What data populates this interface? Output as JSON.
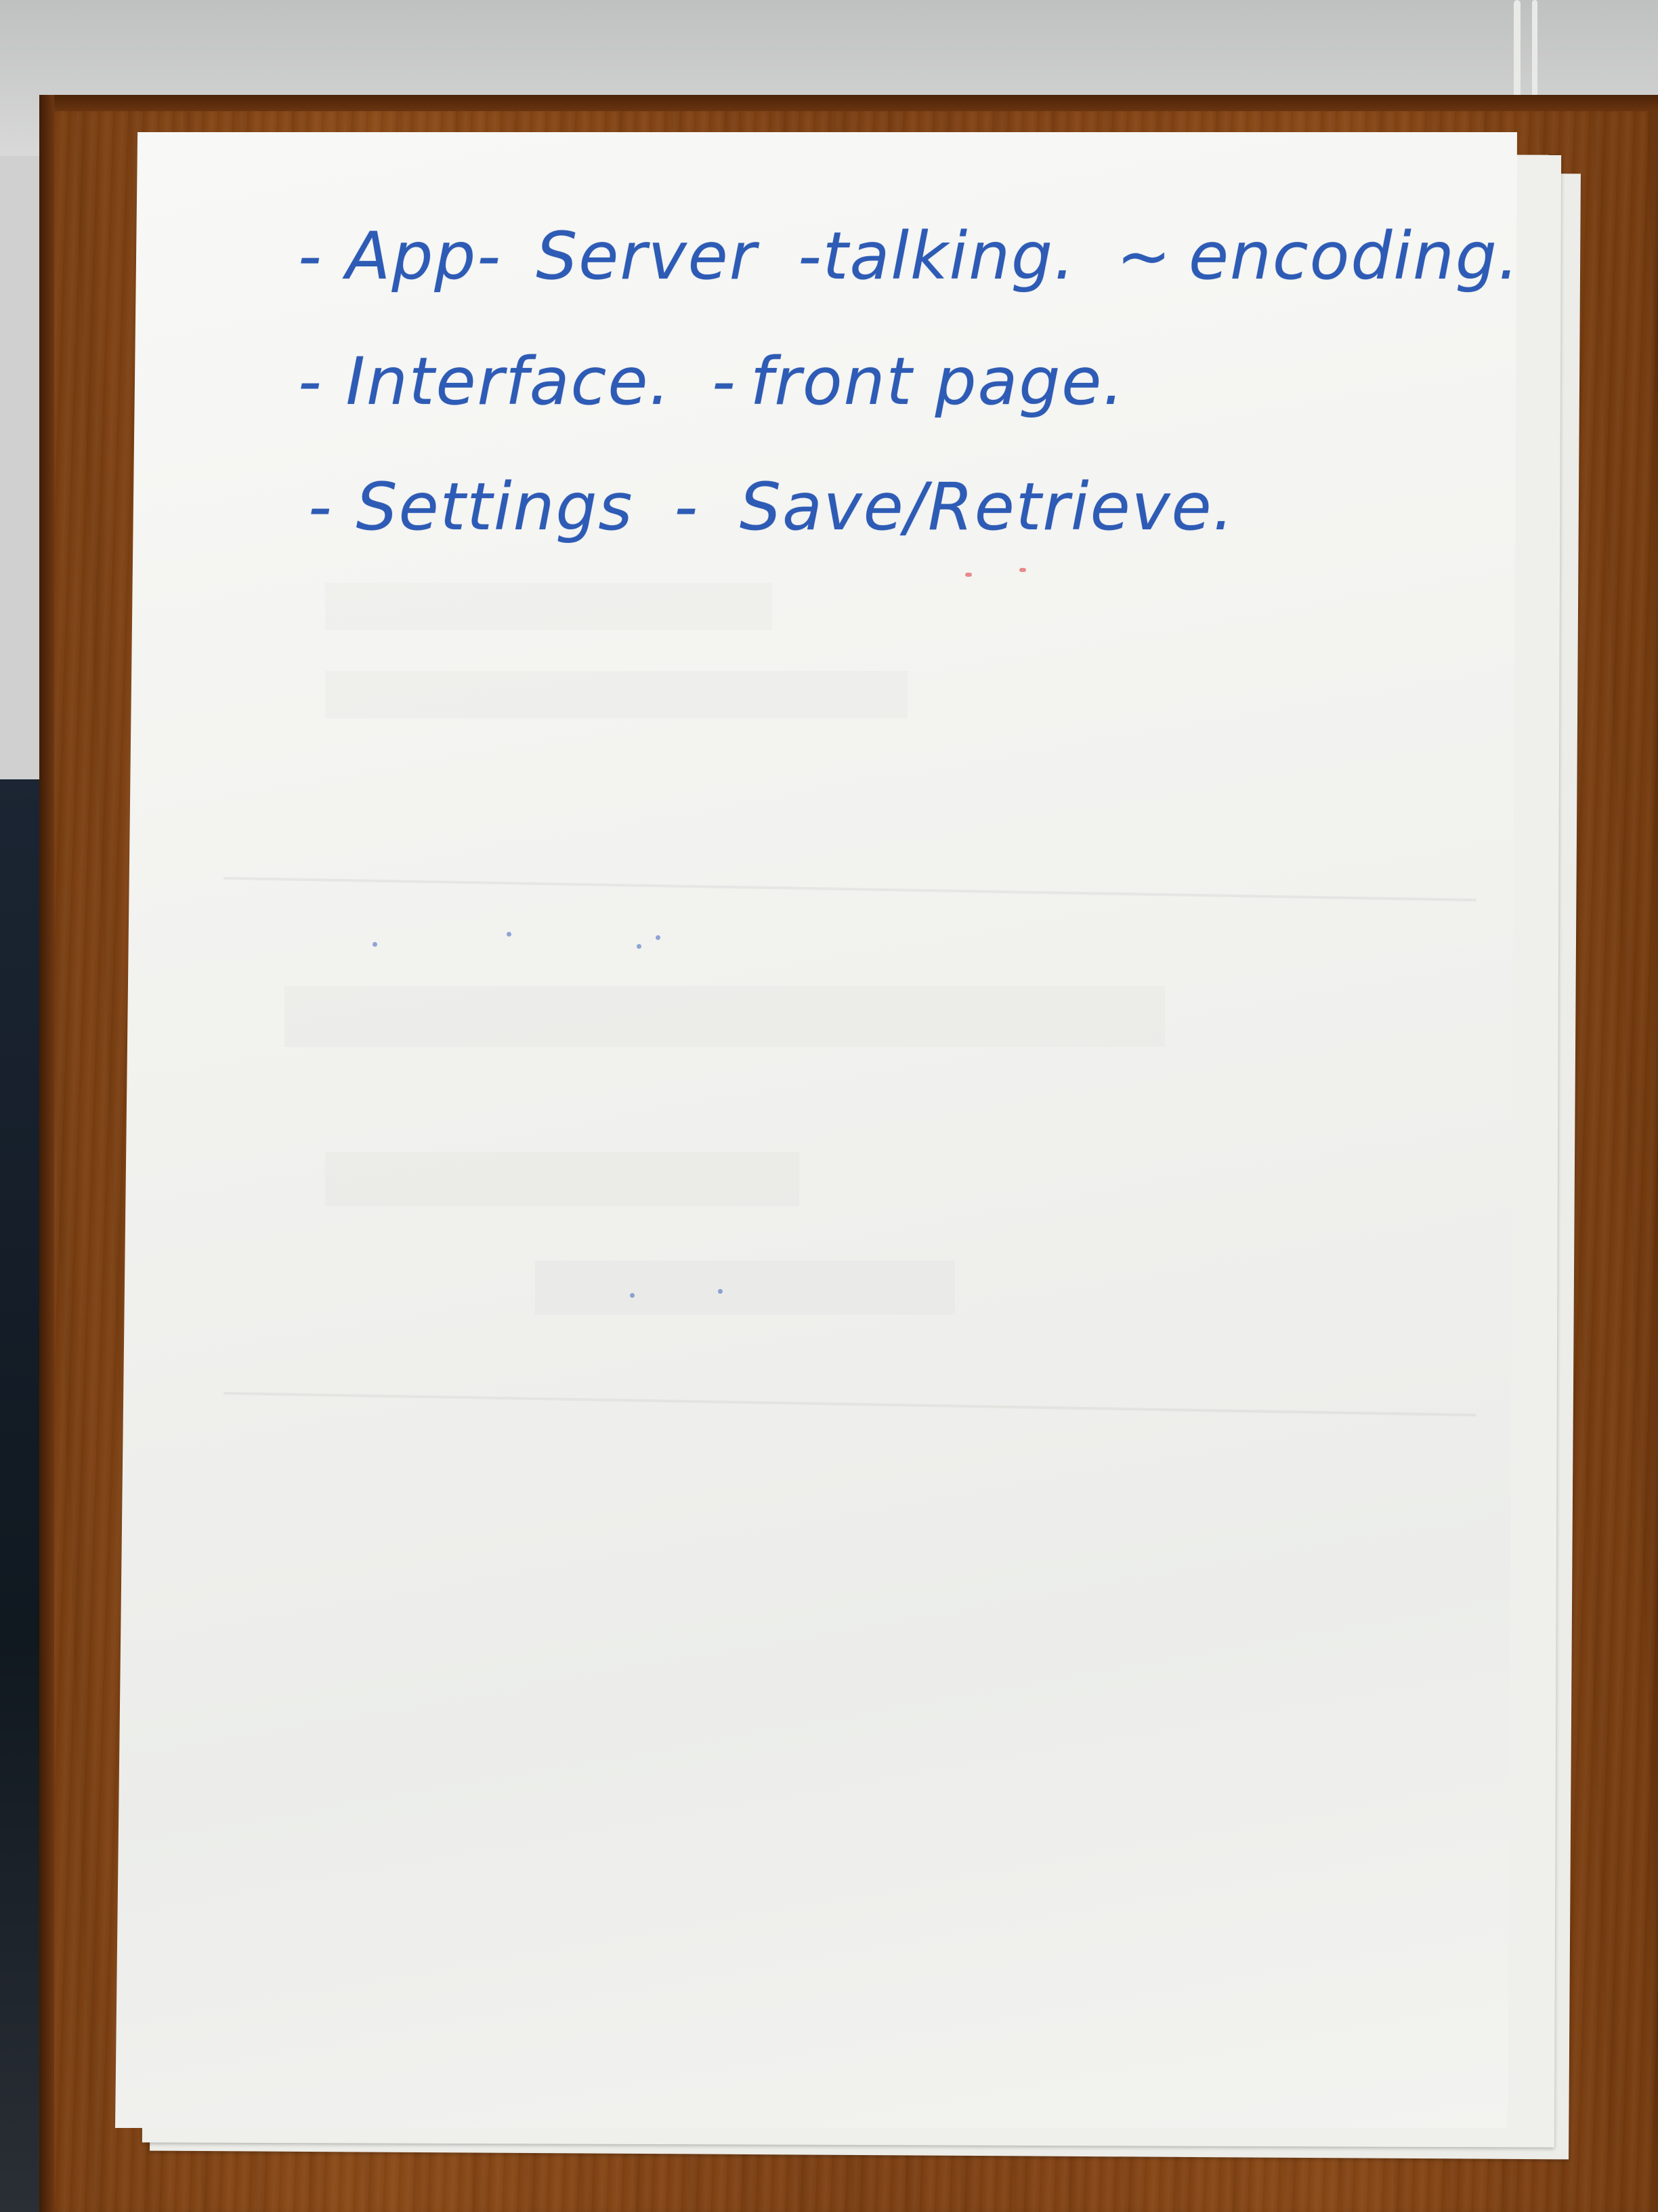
{
  "notes": {
    "line1": {
      "bullet": "-",
      "item1": "App-",
      "item2": "Server",
      "sep1": "-",
      "item3": "talking.",
      "sep2": "~",
      "item4": "encoding."
    },
    "line2": {
      "bullet": "-",
      "item1": "Interface.",
      "sep1": "-",
      "item2": "front page."
    },
    "line3": {
      "bullet": "-",
      "item1": "Settings",
      "sep1": "-",
      "item2": "Save/Retrieve."
    }
  },
  "ink_color": "#2d5bb5"
}
